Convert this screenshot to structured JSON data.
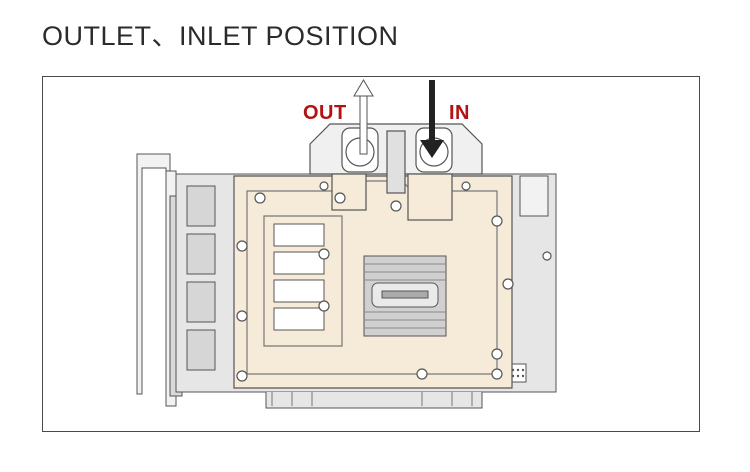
{
  "title": "OUTLET、INLET POSITION",
  "labels": {
    "outlet": "OUT",
    "inlet": "IN"
  },
  "colors": {
    "label": "#b31212",
    "block": "#f6ead8",
    "pcb": "#e6e6e6",
    "line": "#555555"
  }
}
